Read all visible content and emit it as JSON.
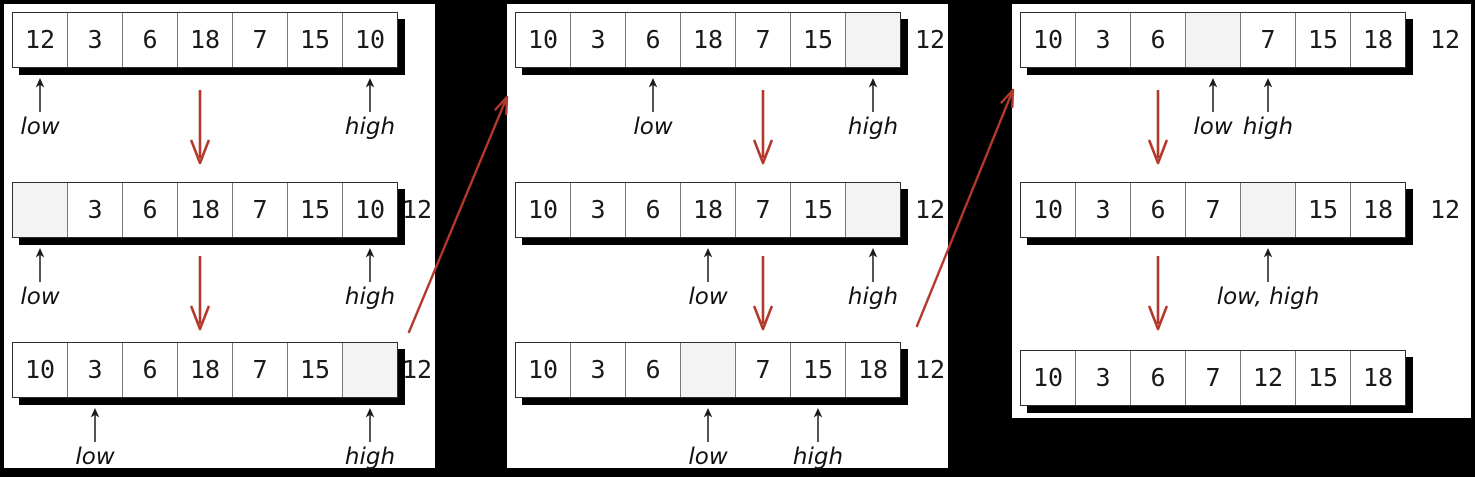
{
  "colors": {
    "background": "#000000",
    "panel_background": "#ffffff",
    "red_arrow": "#b5382c",
    "empty_cell": "#f3f3f3",
    "text": "#1a1a1a"
  },
  "labels": {
    "low": "low",
    "high": "high",
    "low_high": "low, high"
  },
  "panels": [
    {
      "rows": [
        {
          "cells": [
            "12",
            "3",
            "6",
            "18",
            "7",
            "15",
            "10"
          ],
          "pointers": [
            {
              "label": "low",
              "cell": 0
            },
            {
              "label": "high",
              "cell": 6
            }
          ]
        },
        {
          "cells": [
            "",
            "3",
            "6",
            "18",
            "7",
            "15",
            "10"
          ],
          "pivot": "12",
          "pointers": [
            {
              "label": "low",
              "cell": 0
            },
            {
              "label": "high",
              "cell": 6
            }
          ]
        },
        {
          "cells": [
            "10",
            "3",
            "6",
            "18",
            "7",
            "15",
            ""
          ],
          "pivot": "12",
          "pointers": [
            {
              "label": "low",
              "cell": 1
            },
            {
              "label": "high",
              "cell": 6
            }
          ]
        }
      ]
    },
    {
      "rows": [
        {
          "cells": [
            "10",
            "3",
            "6",
            "18",
            "7",
            "15",
            ""
          ],
          "pivot": "12",
          "pointers": [
            {
              "label": "low",
              "cell": 2
            },
            {
              "label": "high",
              "cell": 6
            }
          ]
        },
        {
          "cells": [
            "10",
            "3",
            "6",
            "18",
            "7",
            "15",
            ""
          ],
          "pivot": "12",
          "pointers": [
            {
              "label": "low",
              "cell": 3
            },
            {
              "label": "high",
              "cell": 6
            }
          ]
        },
        {
          "cells": [
            "10",
            "3",
            "6",
            "",
            "7",
            "15",
            "18"
          ],
          "pivot": "12",
          "pointers": [
            {
              "label": "low",
              "cell": 3
            },
            {
              "label": "high",
              "cell": 5
            }
          ]
        }
      ]
    },
    {
      "rows": [
        {
          "cells": [
            "10",
            "3",
            "6",
            "",
            "7",
            "15",
            "18"
          ],
          "pivot": "12",
          "pointers": [
            {
              "label": "low",
              "cell": 3
            },
            {
              "label": "high",
              "cell": 4
            }
          ]
        },
        {
          "cells": [
            "10",
            "3",
            "6",
            "7",
            "",
            "15",
            "18"
          ],
          "pivot": "12",
          "pointers": [
            {
              "label": "low, high",
              "cell": 4
            }
          ]
        },
        {
          "cells": [
            "10",
            "3",
            "6",
            "7",
            "12",
            "15",
            "18"
          ],
          "pointers": []
        }
      ]
    }
  ]
}
